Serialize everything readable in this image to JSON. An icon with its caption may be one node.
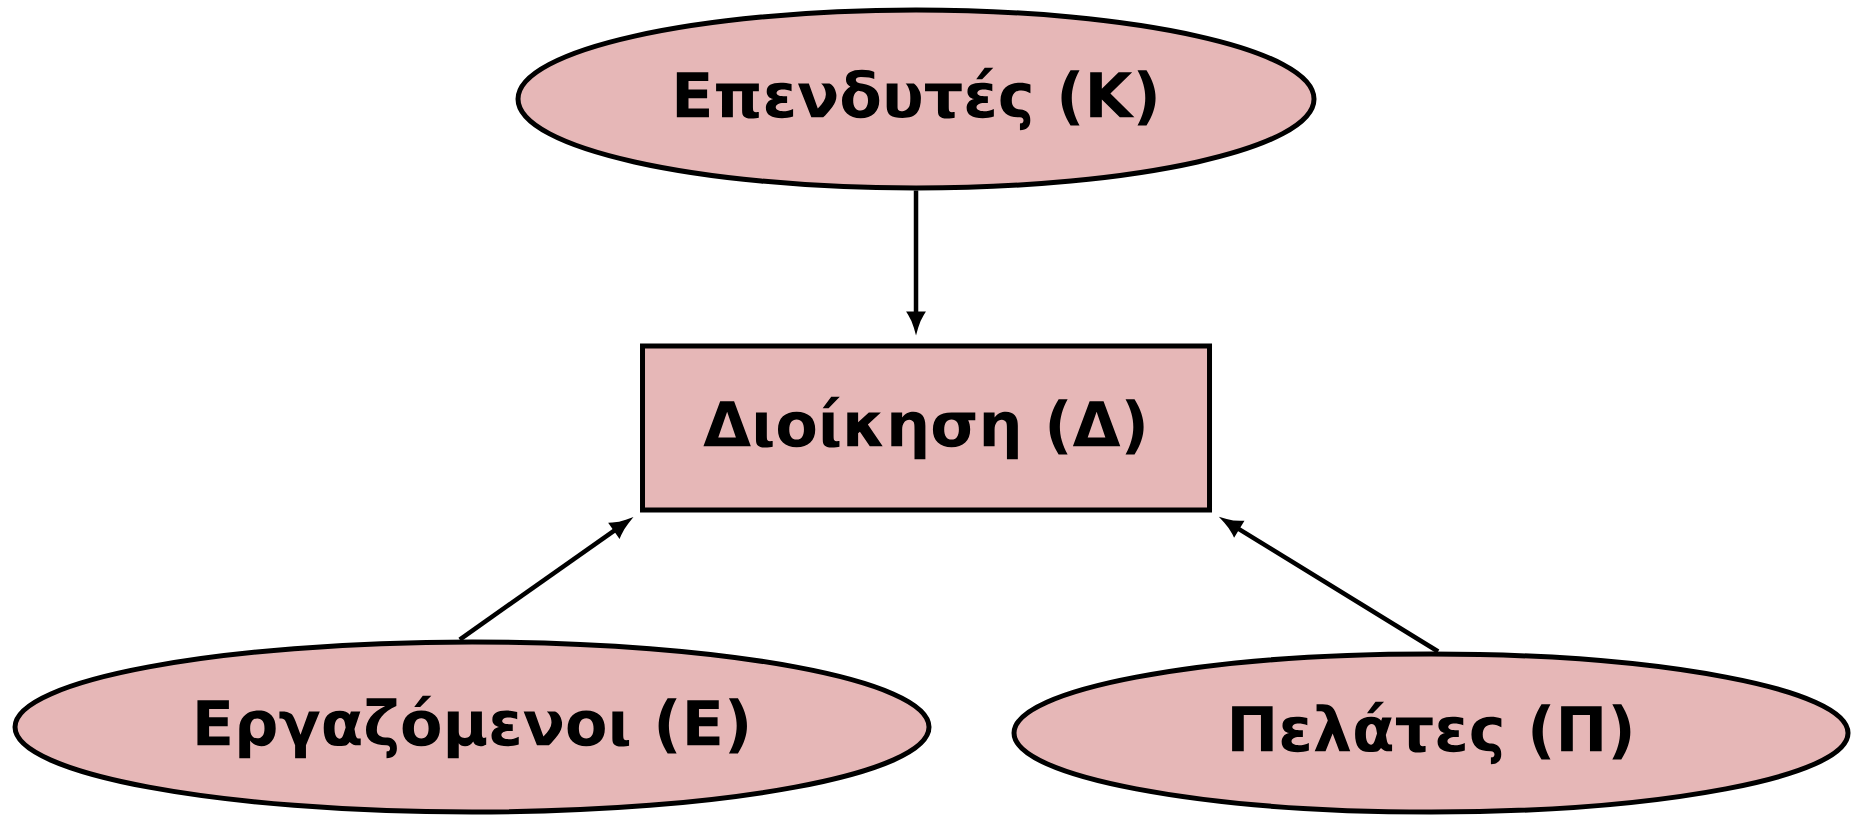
{
  "diagram": {
    "nodes": [
      {
        "text": [
          "Επενδυτές (Κ)"
        ]
      },
      {
        "text": [
          "Διοίκηση (Δ)"
        ]
      },
      {
        "text": [
          "Εργαζόμενοι (Ε)"
        ]
      },
      {
        "text": [
          "Πελάτες (Π)"
        ]
      }
    ],
    "edges": [
      {
        "from": 0,
        "to": 1,
        "arrow": "to"
      },
      {
        "from": 2,
        "to": 1,
        "arrow": "to"
      },
      {
        "from": 3,
        "to": 1,
        "arrow": "to"
      }
    ]
  }
}
